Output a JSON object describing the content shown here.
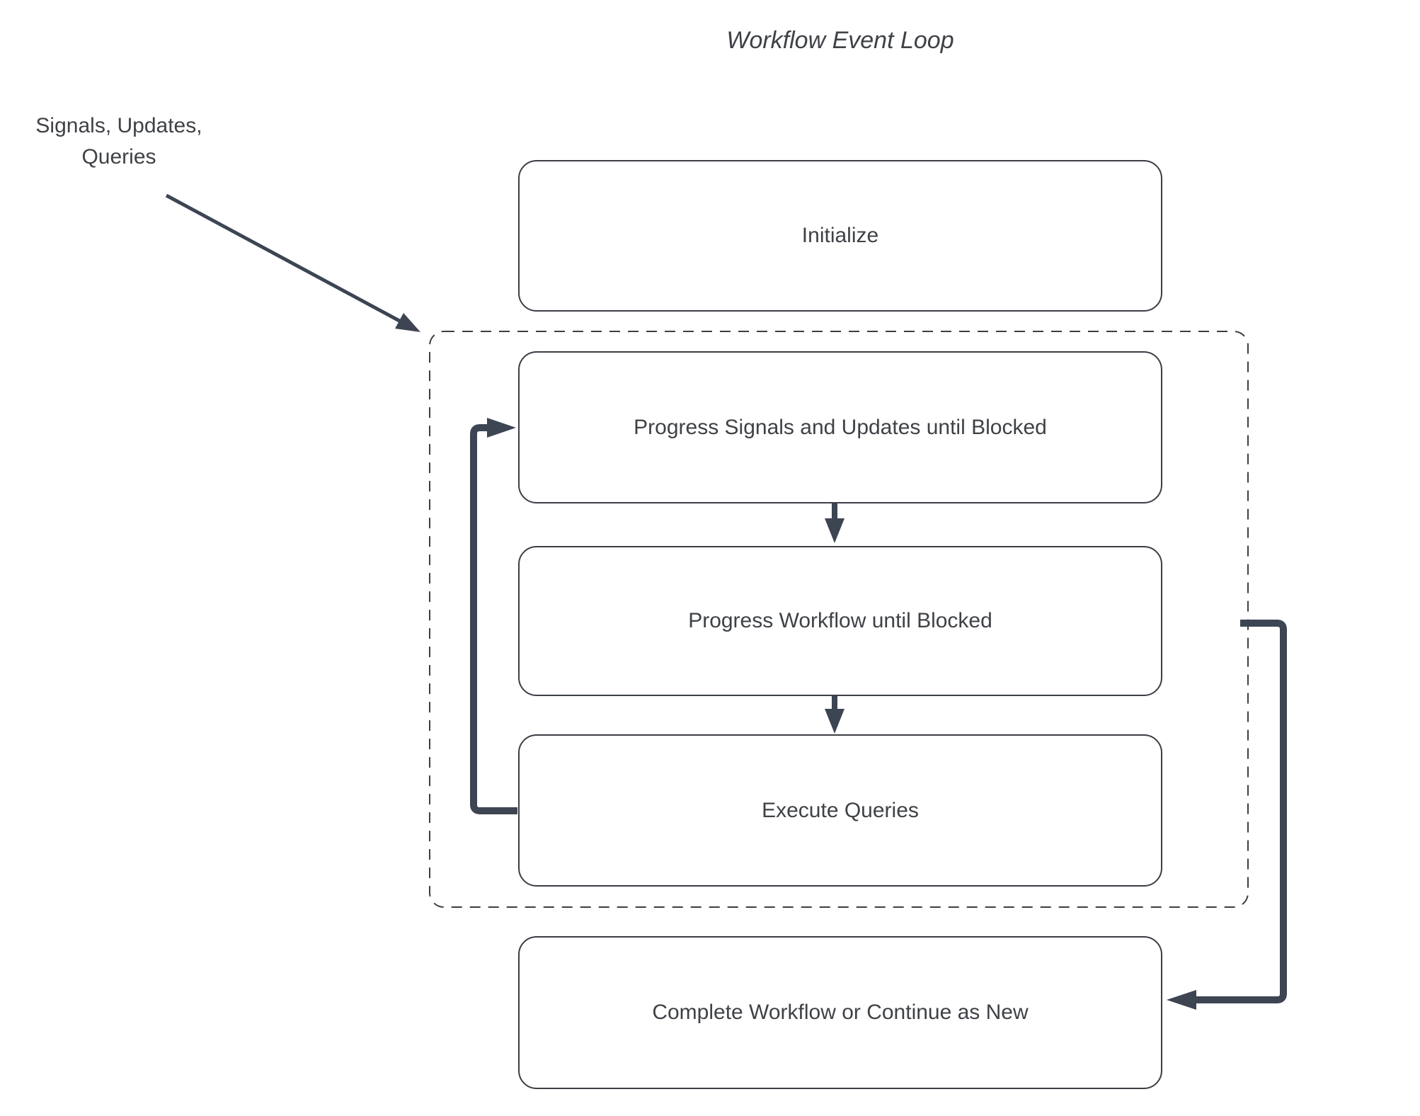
{
  "title": "Workflow Event Loop",
  "annotation": {
    "line1": "Signals, Updates,",
    "line2": "Queries"
  },
  "nodes": [
    {
      "id": "initialize",
      "label": "Initialize"
    },
    {
      "id": "progress-signals",
      "label": "Progress Signals and Updates until Blocked"
    },
    {
      "id": "progress-workflow",
      "label": "Progress Workflow until Blocked"
    },
    {
      "id": "execute-queries",
      "label": "Execute Queries"
    },
    {
      "id": "complete-workflow",
      "label": "Complete Workflow or Continue as New"
    }
  ],
  "icons": {
    "input_arrow": "diagonal-arrow-icon",
    "step_arrows": "down-arrow-icon",
    "loop_arrow": "loop-back-arrow-icon",
    "continue_arrow": "left-arrow-icon"
  },
  "colors": {
    "background": "#ffffff",
    "border": "#3b3e45",
    "arrow": "#3d4553",
    "text": "#3e4247"
  }
}
